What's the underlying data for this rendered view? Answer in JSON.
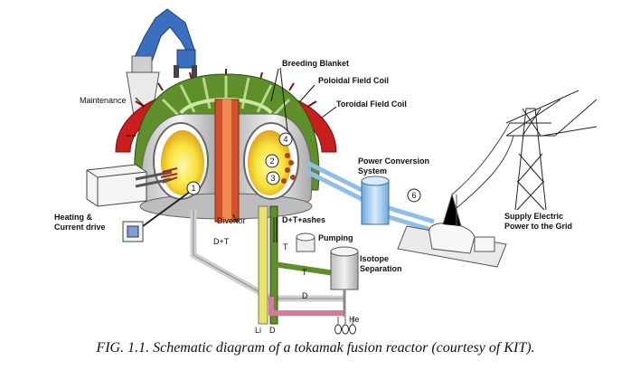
{
  "labels": {
    "maintenance": "Maintenance",
    "breeding_blanket": "Breeding Blanket",
    "poloidal_field_coil": "Poloidal Field Coil",
    "toroidal_field_coil": "Toroidal Field Coil",
    "power_conversion_line1": "Power Conversion",
    "power_conversion_line2": "System",
    "heating_line1": "Heating &",
    "heating_line2": "Current drive",
    "divertor": "Divertor",
    "d_t_ashes": "D+T+ashes",
    "pumping": "Pumping",
    "d_t": "D+T",
    "t_upper": "T",
    "t_lower": "T",
    "d": "D",
    "isotope_line1": "Isotope",
    "isotope_line2": "Separation",
    "li": "Li",
    "d_bottom": "D",
    "he": "He",
    "supply_line1": "Supply Electric",
    "supply_line2": "Power to the Grid"
  },
  "markers": [
    "1",
    "2",
    "3",
    "4",
    "6"
  ],
  "caption": "FIG. 1.1. Schematic diagram of a tokamak fusion reactor (courtesy of KIT).",
  "colors": {
    "toroidal_coil": "#c81e1e",
    "blanket_green": "#5f8f2a",
    "plasma_yellow": "#f6e23a",
    "robot_blue": "#3a6fc0",
    "vessel_grey": "#d9d9d9",
    "water_blue": "#8fbfe6"
  }
}
